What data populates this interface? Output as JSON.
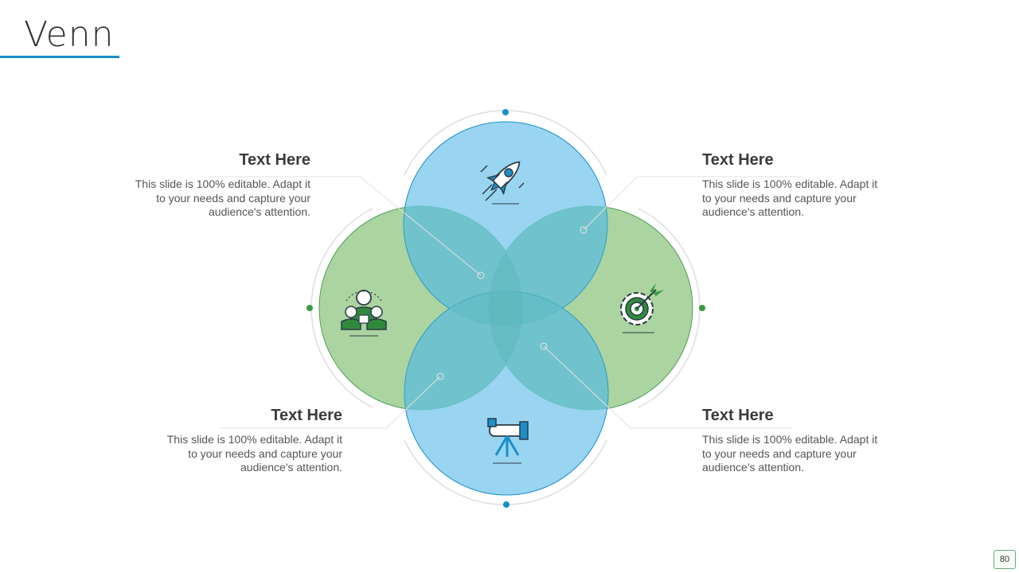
{
  "slide": {
    "title": "Venn",
    "page_number": "80"
  },
  "colors": {
    "accent_blue": "#1a8fc9",
    "circle_blue": "#7fcbee",
    "circle_green": "#9fce93",
    "overlap_teal": "#5cb9bd"
  },
  "blocks": [
    {
      "heading": "Text Here",
      "body": "This slide is 100% editable.  Adapt it to your needs and capture your audience's attention."
    },
    {
      "heading": "Text Here",
      "body": "This slide is 100% editable.  Adapt it to your needs and capture your audience's attention."
    },
    {
      "heading": "Text Here",
      "body": "This slide is 100% editable.  Adapt it to your needs and capture your audience's attention."
    },
    {
      "heading": "Text Here",
      "body": "This slide is 100% editable.  Adapt it to your needs and capture your audience's attention."
    }
  ],
  "icons": {
    "top": "rocket-icon",
    "right": "target-gear-icon",
    "bottom": "telescope-icon",
    "left": "team-icon"
  }
}
